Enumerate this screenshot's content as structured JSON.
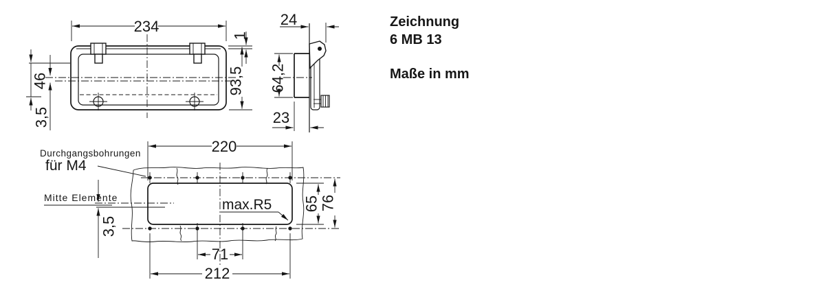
{
  "title_block": {
    "label": "Zeichnung",
    "number": "6 MB 13",
    "units": "Maße in mm"
  },
  "front_view": {
    "width": "234",
    "lid_step": "1",
    "height": "93,5",
    "center_from_top": "46",
    "center_offset": "3,5"
  },
  "side_view": {
    "depth": "24",
    "collar_height": "64,2",
    "hood_depth": "23"
  },
  "panel": {
    "drill_label_1": "Durchgangsbohrungen",
    "drill_label_2": "für M4",
    "center_line_label": "Mitte Elemente",
    "cutout_width": "220",
    "cutout_height": "65",
    "hole_row_spacing": "76",
    "center_offset": "3,5",
    "hole_pitch_inner": "71",
    "hole_span": "212",
    "radius_note": "max.R5"
  },
  "colors": {
    "line": "#161616",
    "background": "#ffffff"
  }
}
